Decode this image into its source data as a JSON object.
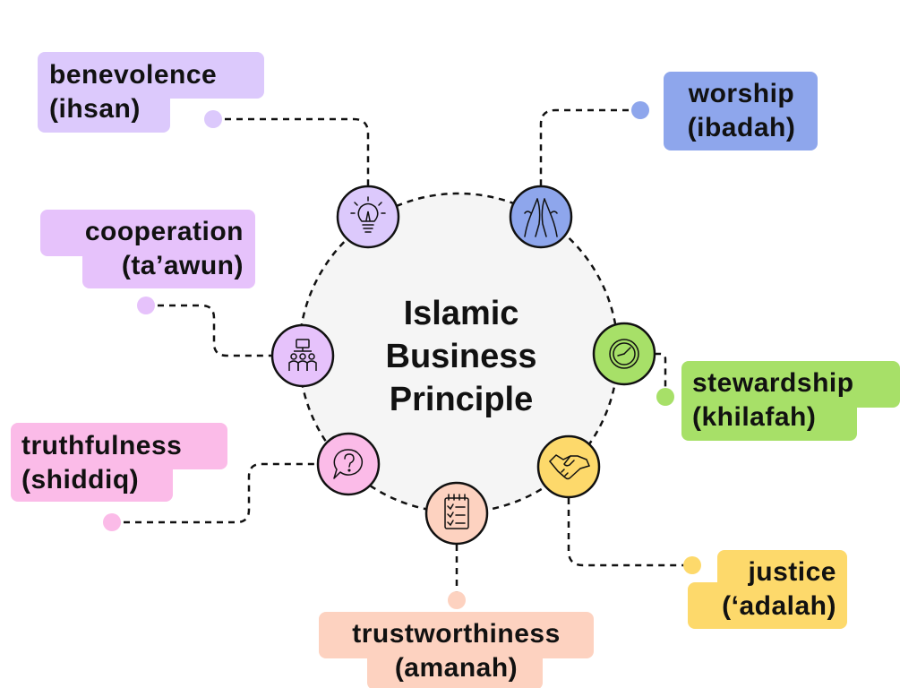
{
  "center": {
    "line1": "Islamic",
    "line2": "Business",
    "line3": "Principle"
  },
  "colors": {
    "center_fill": "#f5f5f5",
    "benevolence": "#dcc9fc",
    "cooperation": "#e6c2fb",
    "truthfulness": "#fbbbe8",
    "trustworthiness": "#fdd2c0",
    "justice": "#fdd96b",
    "stewardship": "#a7e068",
    "worship": "#8ea6ec"
  },
  "nodes": [
    {
      "key": "benevolence",
      "label1": "benevolence",
      "label2": "(ihsan)",
      "icon": "lightbulb-icon"
    },
    {
      "key": "worship",
      "label1": "worship",
      "label2": "(ibadah)",
      "icon": "praying-hands-icon"
    },
    {
      "key": "cooperation",
      "label1": "cooperation",
      "label2": "(ta’awun)",
      "icon": "team-icon"
    },
    {
      "key": "stewardship",
      "label1": "stewardship",
      "label2": "(khilafah)",
      "icon": "clock-icon"
    },
    {
      "key": "truthfulness",
      "label1": "truthfulness",
      "label2": "(shiddiq)",
      "icon": "question-bubble-icon"
    },
    {
      "key": "justice",
      "label1": "justice",
      "label2": "(‘adalah)",
      "icon": "handshake-icon"
    },
    {
      "key": "trustworthiness",
      "label1": "trustworthiness",
      "label2": "(amanah)",
      "icon": "checklist-icon"
    }
  ]
}
